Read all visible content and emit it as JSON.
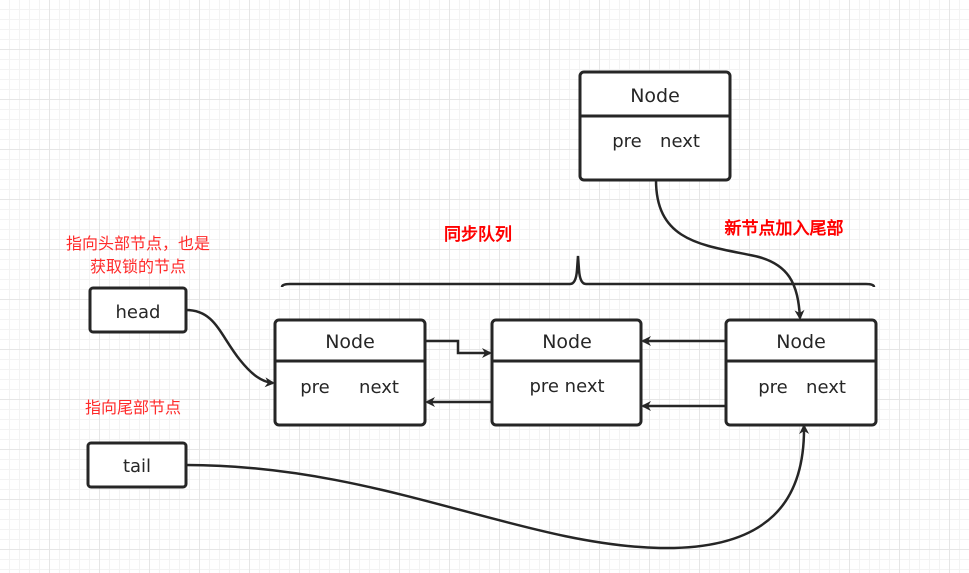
{
  "colors": {
    "stroke": "#262626",
    "label_red": "#ff2a2a",
    "bold_red": "#ff0000"
  },
  "nodes": {
    "new_node": {
      "title": "Node",
      "pre": "pre",
      "next": "next"
    },
    "queue_node_1": {
      "title": "Node",
      "pre": "pre",
      "next": "next"
    },
    "queue_node_2": {
      "title": "Node",
      "fields": "pre next"
    },
    "queue_node_3": {
      "title": "Node",
      "pre": "pre",
      "next": "next"
    }
  },
  "pointers": {
    "head": "head",
    "tail": "tail"
  },
  "labels": {
    "head_desc_line1": "指向头部节点，也是",
    "head_desc_line2": "获取锁的节点",
    "tail_desc": "指向尾部节点",
    "queue_title": "同步队列",
    "append_desc": "新节点加入尾部"
  }
}
